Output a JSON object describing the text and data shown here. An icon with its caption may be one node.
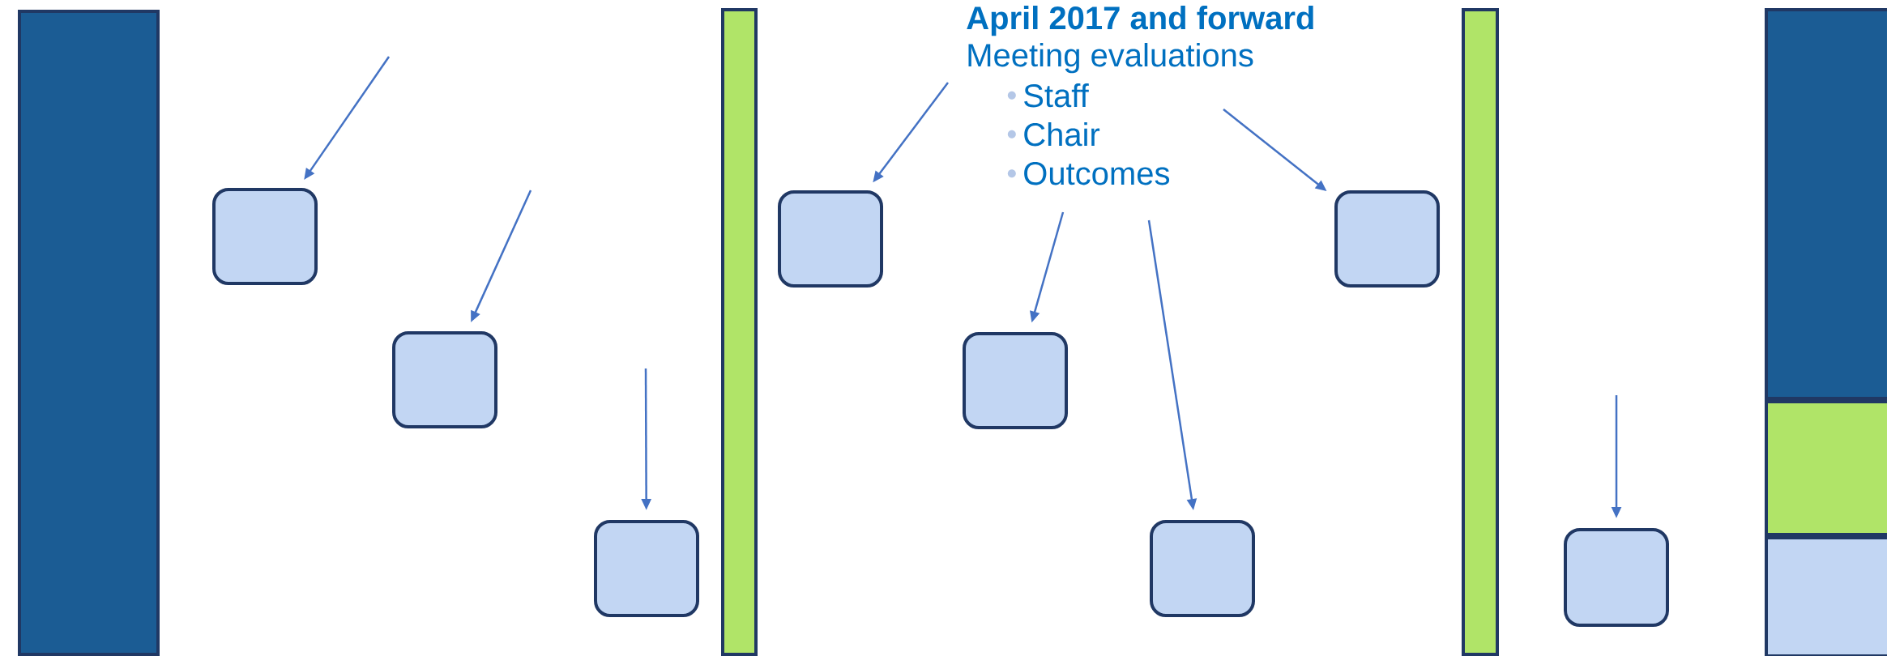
{
  "diagram": {
    "nodes": [
      {
        "text": [],
        "shape": "bar"
      },
      {
        "text": [],
        "shape": "box"
      },
      {
        "text": [],
        "shape": "box"
      },
      {
        "text": [],
        "shape": "box"
      },
      {
        "text": [],
        "shape": "bar"
      },
      {
        "text": [],
        "shape": "box"
      },
      {
        "text": [],
        "shape": "box"
      },
      {
        "text": [],
        "shape": "box"
      },
      {
        "text": [],
        "shape": "box"
      },
      {
        "text": [],
        "shape": "bar"
      },
      {
        "text": [],
        "shape": "box"
      },
      {
        "text": [],
        "shape": "bar"
      },
      {
        "text": [],
        "shape": "bar"
      },
      {
        "text": [],
        "shape": "bar"
      }
    ],
    "edges": [
      {
        "from": null,
        "to": 1,
        "arrow": "to"
      },
      {
        "from": null,
        "to": 2,
        "arrow": "to"
      },
      {
        "from": null,
        "to": 3,
        "arrow": "to"
      },
      {
        "from": null,
        "to": 5,
        "arrow": "to"
      },
      {
        "from": null,
        "to": 6,
        "arrow": "to"
      },
      {
        "from": null,
        "to": 7,
        "arrow": "to"
      },
      {
        "from": null,
        "to": 8,
        "arrow": "to"
      },
      {
        "from": null,
        "to": 10,
        "arrow": "to"
      }
    ],
    "labels": [
      "April 2017 and forward",
      "Meeting evaluations",
      "Staff",
      "Chair",
      "Outcomes"
    ]
  }
}
